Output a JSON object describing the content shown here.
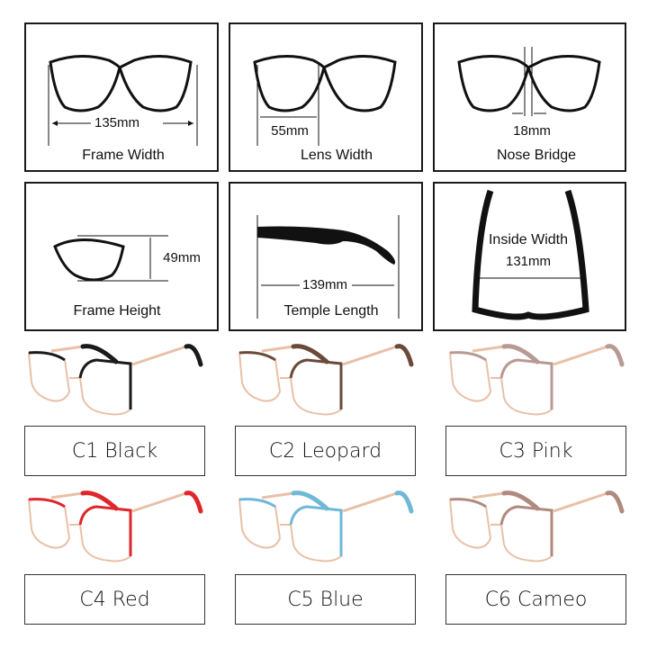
{
  "measurements": [
    {
      "label": "Frame Width",
      "value": "135mm"
    },
    {
      "label": "Lens Width",
      "value": "55mm"
    },
    {
      "label": "Nose Bridge",
      "value": "18mm"
    },
    {
      "label": "Frame Height",
      "value": "49mm"
    },
    {
      "label": "Temple Length",
      "value": "139mm"
    },
    {
      "label": "Inside Width",
      "value": "131mm"
    }
  ],
  "colors": [
    {
      "label": "C1 Black",
      "accent": "#1a1a1a"
    },
    {
      "label": "C2 Leopard",
      "accent": "#6b4a3a"
    },
    {
      "label": "C3 Pink",
      "accent": "#b89a94"
    },
    {
      "label": "C4 Red",
      "accent": "#e0262a"
    },
    {
      "label": "C5 Blue",
      "accent": "#6fb8d8"
    },
    {
      "label": "C6 Cameo",
      "accent": "#b08a7e"
    }
  ],
  "metal_color": "#e8c0a8"
}
